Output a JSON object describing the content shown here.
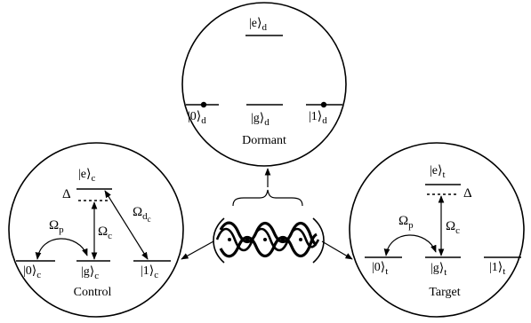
{
  "dormant": {
    "caption": "Dormant",
    "levels": {
      "excited": "|e⟩d",
      "zero": "|0⟩d",
      "ground": "|g⟩d",
      "one": "|1⟩d"
    }
  },
  "control": {
    "caption": "Control",
    "levels": {
      "excited": "|e⟩c",
      "zero": "|0⟩c",
      "ground": "|g⟩c",
      "one": "|1⟩c"
    },
    "detuning": "Δ",
    "pump": "Ωp",
    "coupling": "Ωc",
    "dormant_coupling": "Ωdc"
  },
  "target": {
    "caption": "Target",
    "levels": {
      "excited": "|e⟩t",
      "zero": "|0⟩t",
      "ground": "|g⟩t",
      "one": "|1⟩t"
    },
    "detuning": "Δ",
    "pump": "Ωp",
    "coupling": "Ωc"
  }
}
